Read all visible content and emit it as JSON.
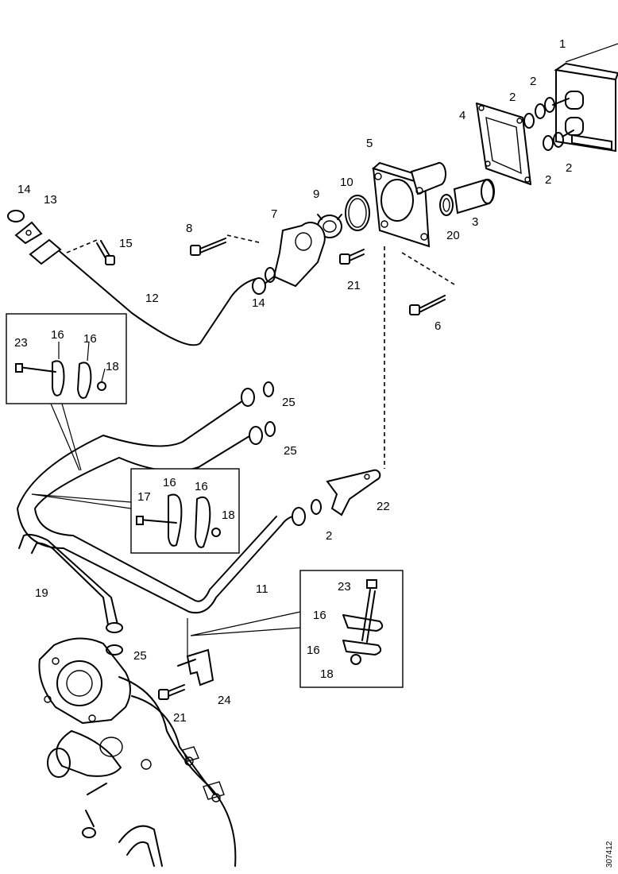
{
  "callouts": {
    "c1": "1",
    "c2a": "2",
    "c2b": "2",
    "c2c": "2",
    "c2d": "2",
    "c2e": "2",
    "c3": "3",
    "c4": "4",
    "c5": "5",
    "c6": "6",
    "c7": "7",
    "c8": "8",
    "c9": "9",
    "c10": "10",
    "c11": "11",
    "c12": "12",
    "c13": "13",
    "c14a": "14",
    "c14b": "14",
    "c15": "15",
    "c16a": "16",
    "c16b": "16",
    "c16c": "16",
    "c16d": "16",
    "c16e": "16",
    "c16f": "16",
    "c17": "17",
    "c18a": "18",
    "c18b": "18",
    "c18c": "18",
    "c19": "19",
    "c20": "20",
    "c21a": "21",
    "c21b": "21",
    "c22": "22",
    "c23a": "23",
    "c23b": "23",
    "c24": "24",
    "c25a": "25",
    "c25b": "25",
    "c25c": "25"
  },
  "figure_ref": "307412"
}
